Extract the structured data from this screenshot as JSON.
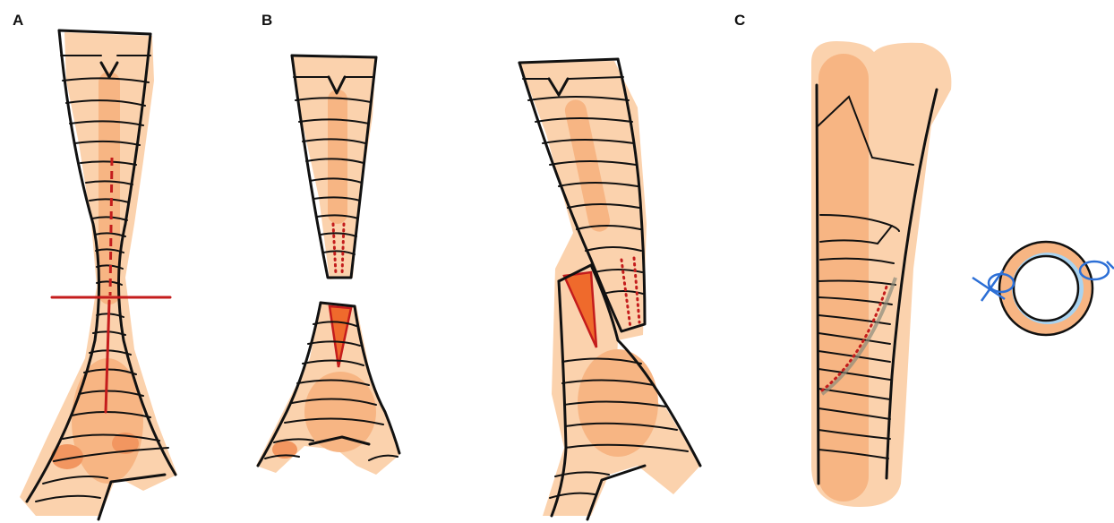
{
  "panels": [
    {
      "label": "A"
    },
    {
      "label": "B"
    },
    {
      "label": "C"
    }
  ],
  "colors": {
    "tissue_light": "#fbd2ad",
    "tissue_mid": "#f7b583",
    "tissue_deep": "#f29660",
    "incision_red": "#c41c1c",
    "graft_orange": "#ef6a2c",
    "suture_blue": "#2c6fd6",
    "ring_blue": "#a9d3f0",
    "outline": "#111111"
  }
}
